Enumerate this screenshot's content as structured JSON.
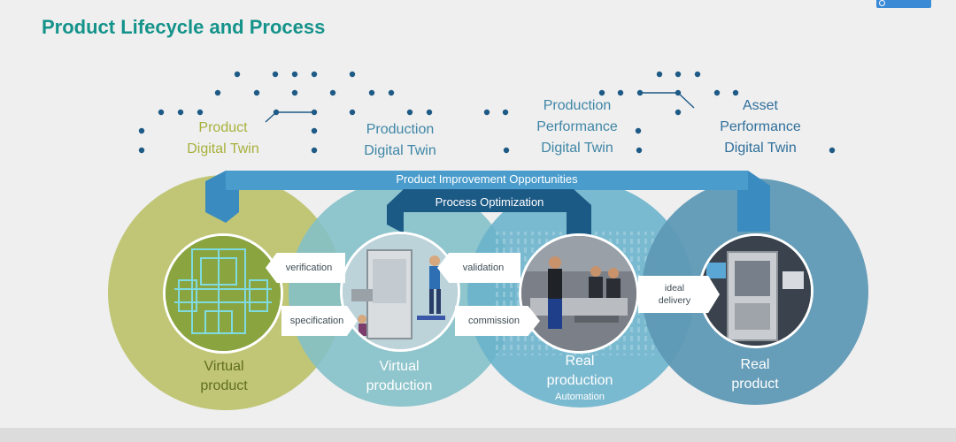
{
  "title": "Product Lifecycle and Process",
  "colors": {
    "teal": "#14938a",
    "olive": "#a8b03c",
    "blue_text": "#3f86a6",
    "dark_blue": "#2f6f9b",
    "banner_blue": "#3a8bbf",
    "banner_dark": "#1c5a86",
    "dot_blue": "#1e5a86",
    "circle_olive": "#bdc36e",
    "circle_teal": "#84c0c8",
    "circle_blue": "#6ab3cc",
    "circle_dark": "#5e98b4"
  },
  "twins": {
    "product": [
      "Product",
      "Digital Twin"
    ],
    "production": [
      "Production",
      "Digital Twin"
    ],
    "performance": [
      "Production",
      "Performance",
      "Digital Twin"
    ],
    "asset": [
      "Asset",
      "Performance",
      "Digital Twin"
    ]
  },
  "banners": {
    "improvement": "Product Improvement Opportunities",
    "process": "Process Optimization"
  },
  "arrows": {
    "verification": "verification",
    "specification": "specification",
    "validation": "validation",
    "commission": "commission",
    "ideal_delivery": [
      "ideal",
      "delivery"
    ]
  },
  "stages": {
    "virtual_product": [
      "Virtual",
      "product"
    ],
    "virtual_production": [
      "Virtual",
      "production"
    ],
    "real_automation": [
      "Real",
      "production"
    ],
    "real_automation_sub": "Automation",
    "real_product": [
      "Real",
      "product"
    ]
  },
  "icons": {
    "badge": "link-icon"
  }
}
